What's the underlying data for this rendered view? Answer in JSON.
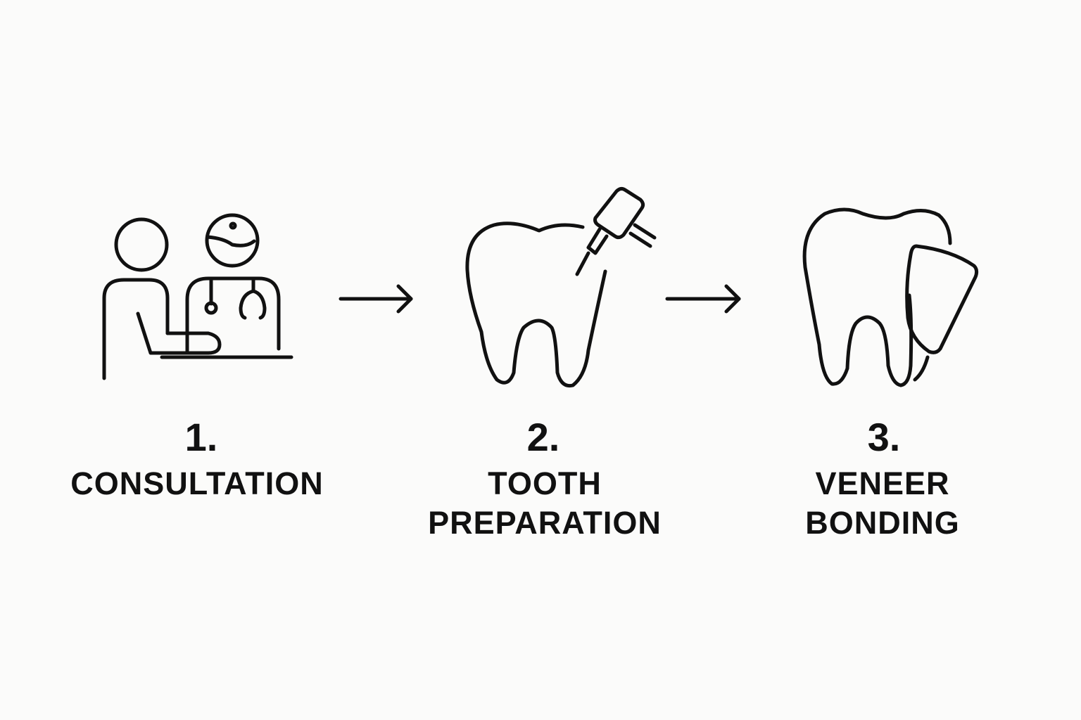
{
  "steps": [
    {
      "number": "1.",
      "label_lines": [
        "CONSULTATION"
      ],
      "icon": "patient-doctor-consultation-icon"
    },
    {
      "number": "2.",
      "label_lines": [
        "TOOTH",
        "PREPARATION"
      ],
      "icon": "tooth-with-drill-icon"
    },
    {
      "number": "3.",
      "label_lines": [
        "VENEER",
        "BONDING"
      ],
      "icon": "tooth-with-veneer-icon"
    }
  ],
  "connectors": [
    "arrow-right-icon",
    "arrow-right-icon"
  ],
  "colors": {
    "background": "#fbfbfa",
    "ink": "#111111"
  }
}
